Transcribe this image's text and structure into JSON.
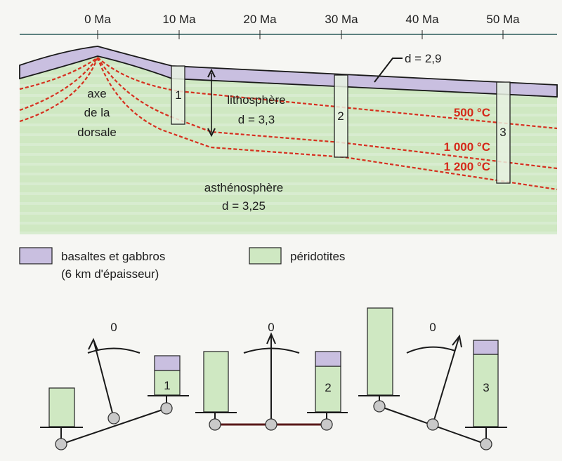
{
  "section": {
    "axis_ticks": [
      "0 Ma",
      "10 Ma",
      "20 Ma",
      "30 Ma",
      "40 Ma",
      "50 Ma"
    ],
    "crust_density": "d = 2,9",
    "ridge_label": [
      "axe",
      "de la",
      "dorsale"
    ],
    "lithosphere": {
      "name": "lithosphère",
      "density": "d = 3,3"
    },
    "asthenosphere": {
      "name": "asthénosphère",
      "density": "d = 3,25"
    },
    "isotherms": [
      "500 °C",
      "1 000 °C",
      "1 200 °C"
    ],
    "columns": [
      "1",
      "2",
      "3"
    ]
  },
  "legend": {
    "basalt": [
      "basaltes et gabbros",
      "(6 km d'épaisseur)"
    ],
    "peridotite": "péridotites"
  },
  "balances": [
    {
      "zero": "0",
      "column": "1"
    },
    {
      "zero": "0",
      "column": "2"
    },
    {
      "zero": "0",
      "column": "3"
    }
  ],
  "colors": {
    "crust": "#c9bfe0",
    "mantle": "#cfe8c2",
    "isotherm": "#d6301f"
  }
}
